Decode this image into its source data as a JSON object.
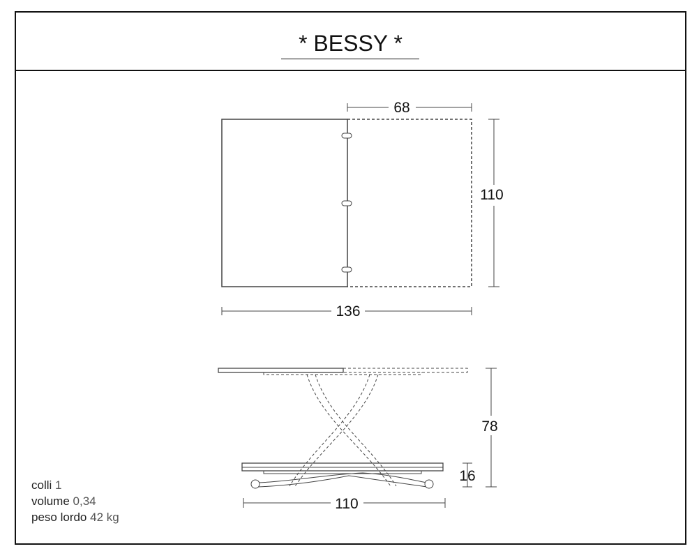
{
  "title": "*  BESSY  *",
  "drawing": {
    "top_view": {
      "width_label": "136",
      "extension_label": "68",
      "depth_label": "110"
    },
    "side_view": {
      "height_label": "78",
      "low_height_label": "16",
      "base_width_label": "110"
    }
  },
  "info": {
    "colli_label": "colli",
    "colli_value": "1",
    "volume_label": "volume",
    "volume_value": "0,34",
    "weight_label": "peso lordo",
    "weight_value": "42 kg"
  }
}
